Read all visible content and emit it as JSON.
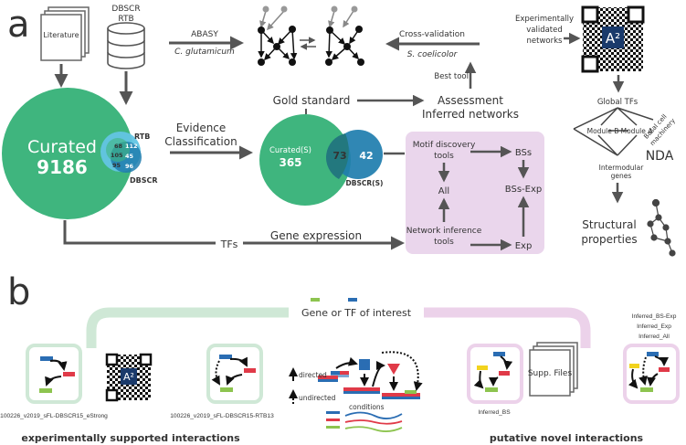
{
  "panel_a": {
    "letter": "a",
    "literature": "Literature",
    "db_top": "DBSCR",
    "db_bottom": "RTB",
    "abasy": "ABASY",
    "c_glutamicum": "C. glutamicum",
    "cross_validation": "Cross-validation",
    "s_coelicolor": "S. coelicolor",
    "best_tool": "Best tool",
    "experimentally": "Experimentally",
    "validated": "validated",
    "networks": "networks",
    "curated_label": "Curated",
    "curated_value": "9186",
    "rtb": "RTB",
    "dbscr": "DBSCR",
    "venn_small": [
      "68",
      "112",
      "105",
      "45",
      "95",
      "96"
    ],
    "evidence": "Evidence",
    "classification": "Classification",
    "gold_standard": "Gold standard",
    "assessment": "Assessment",
    "inferred_networks": "Inferred networks",
    "curated_s_label": "Curated(S)",
    "curated_s_value": "365",
    "overlap_value": "73",
    "dbscr_s_value": "42",
    "dbscr_s_label": "DBSCR(S)",
    "motif_discovery": "Motif discovery",
    "tools": "tools",
    "bss": "BSs",
    "all": "All",
    "bss_exp": "BSs-Exp",
    "network_inference": "Network inference",
    "exp": "Exp",
    "gene_expression": "Gene expression",
    "tfs": "TFs",
    "global_tfs": "Global TFs",
    "module_b": "Module B",
    "module_a": "Module A",
    "basal_cell": "Basal cell",
    "machinery": "machinery",
    "nda": "NDA",
    "intermodular": "Intermodular",
    "genes": "genes",
    "structural": "Structural",
    "properties": "properties"
  },
  "panel_b": {
    "letter": "b",
    "gene_or_tf": "Gene or TF of interest",
    "file_left": "100226_v2019_sFL-DBSCR15_eStrong",
    "file_right": "100226_v2019_sFL-DBSCR15-RTB13",
    "directed": "directed",
    "undirected": "undirected",
    "conditions": "conditions",
    "inferred_bs": "Inferred_BS",
    "supp_files": "Supp. Files",
    "inferred_bs_exp": "Inferred_BS-Exp",
    "inferred_exp": "Inferred_Exp",
    "inferred_all": "Inferred_All",
    "experimental_caption": "experimentally supported interactions",
    "putative_caption": "putative novel interactions"
  },
  "colors": {
    "curated_green": "#3fb57e",
    "dbscr_blue": "#1e7dae",
    "light_blue": "#63c5e4",
    "pink_box": "#ead6ec",
    "green_frame": "#cfe8d6",
    "pink_frame": "#ecd2ea",
    "caption_green": "#5a9d6a",
    "caption_purple": "#a168a6",
    "arrow_grey": "#555555",
    "gene_blue": "#2a6db3",
    "gene_red": "#e03a48",
    "gene_green": "#8dc44f",
    "gene_yellow": "#f2d31d"
  }
}
